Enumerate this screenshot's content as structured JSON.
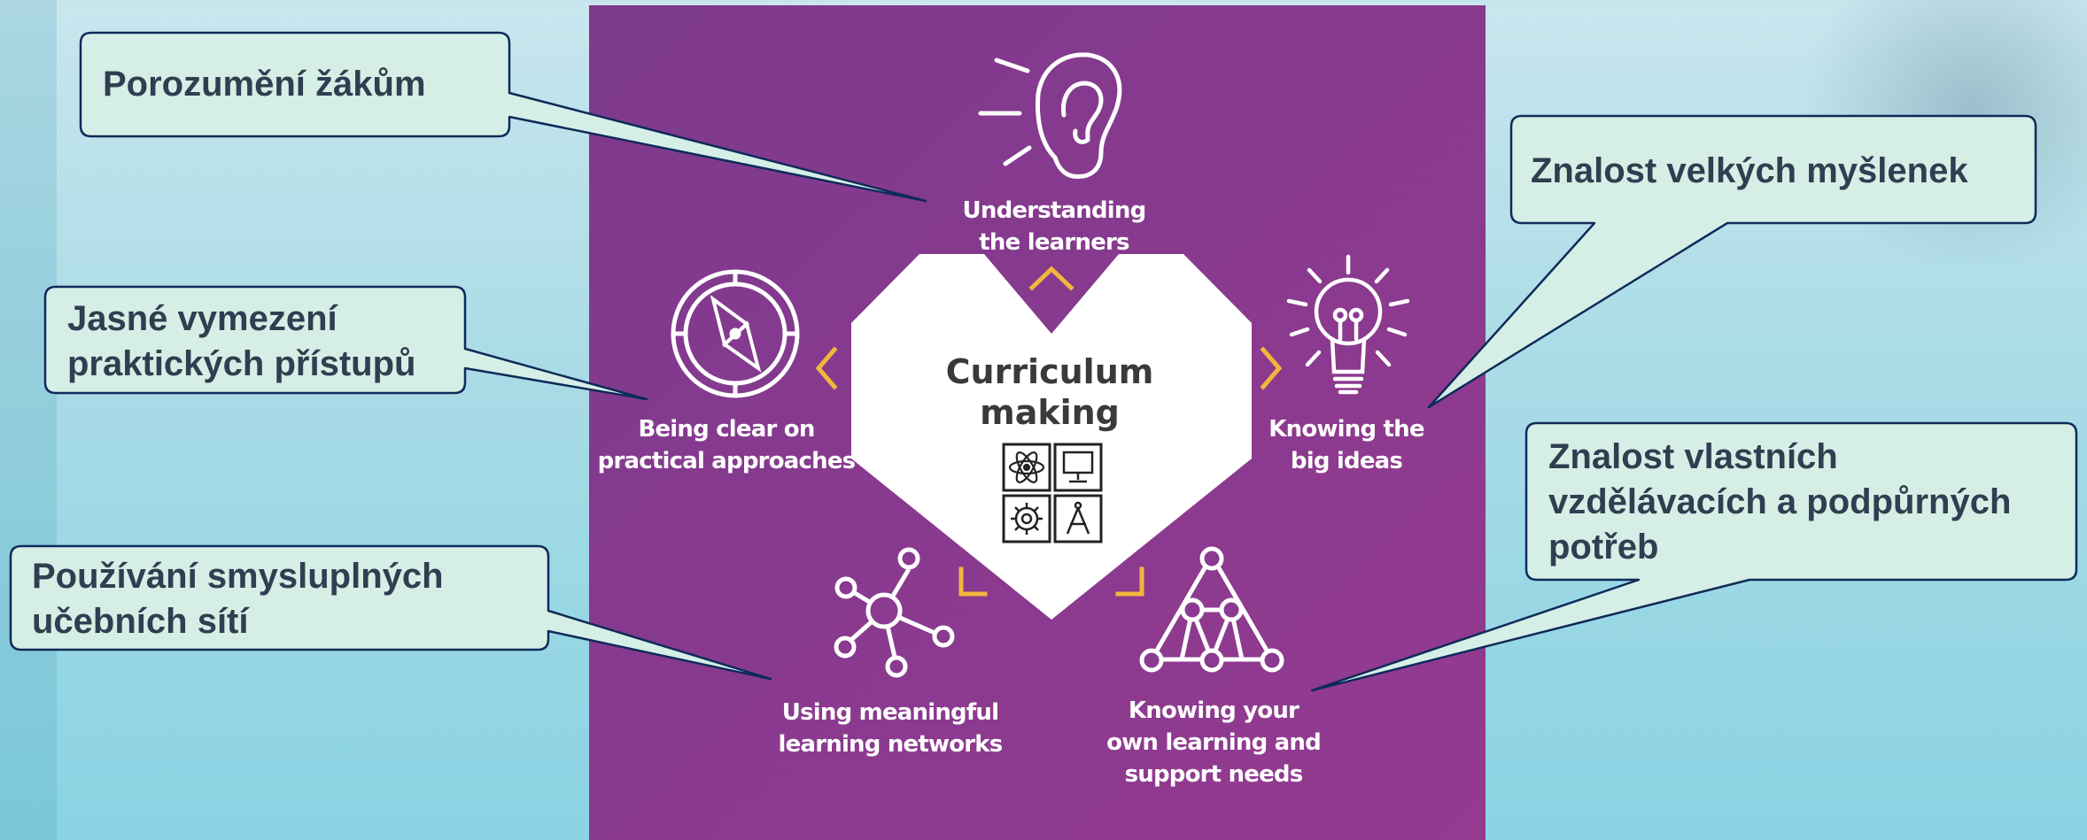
{
  "colors": {
    "panel": "#8a3a90",
    "accent": "#f2b63c",
    "callout_fill": "#d6efe6",
    "callout_border": "#0e2a5a",
    "callout_text": "#2f3f51",
    "heart": "#ffffff"
  },
  "center": {
    "title_line1": "Curriculum",
    "title_line2": "making",
    "icons": [
      "atom-icon",
      "monitor-icon",
      "gear-icon",
      "compass-icon"
    ]
  },
  "nodes": [
    {
      "id": "understanding",
      "icon": "ear-icon",
      "line1": "Understanding",
      "line2": "the learners"
    },
    {
      "id": "big-ideas",
      "icon": "lightbulb-icon",
      "line1": "Knowing the",
      "line2": "big ideas"
    },
    {
      "id": "support-needs",
      "icon": "triangle-network-icon",
      "line1": "Knowing your",
      "line2": "own learning and",
      "line3": "support needs"
    },
    {
      "id": "networks",
      "icon": "network-icon",
      "line1": "Using meaningful",
      "line2": "learning networks"
    },
    {
      "id": "practical",
      "icon": "compass-icon",
      "line1": "Being clear on",
      "line2": "practical approaches"
    }
  ],
  "callouts": [
    {
      "id": "porozumeni",
      "lines": [
        "Porozumění žákům"
      ]
    },
    {
      "id": "jasne",
      "lines": [
        "Jasné vymezení",
        "praktických přístupů"
      ]
    },
    {
      "id": "pouzivani",
      "lines": [
        "Používání smysluplných",
        "učebních sítí"
      ]
    },
    {
      "id": "znalost-myslenek",
      "lines": [
        "Znalost velkých myšlenek"
      ]
    },
    {
      "id": "znalost-potreb",
      "lines": [
        "Znalost vlastních",
        "vzdělávacích a podpůrných",
        "potřeb"
      ]
    }
  ]
}
